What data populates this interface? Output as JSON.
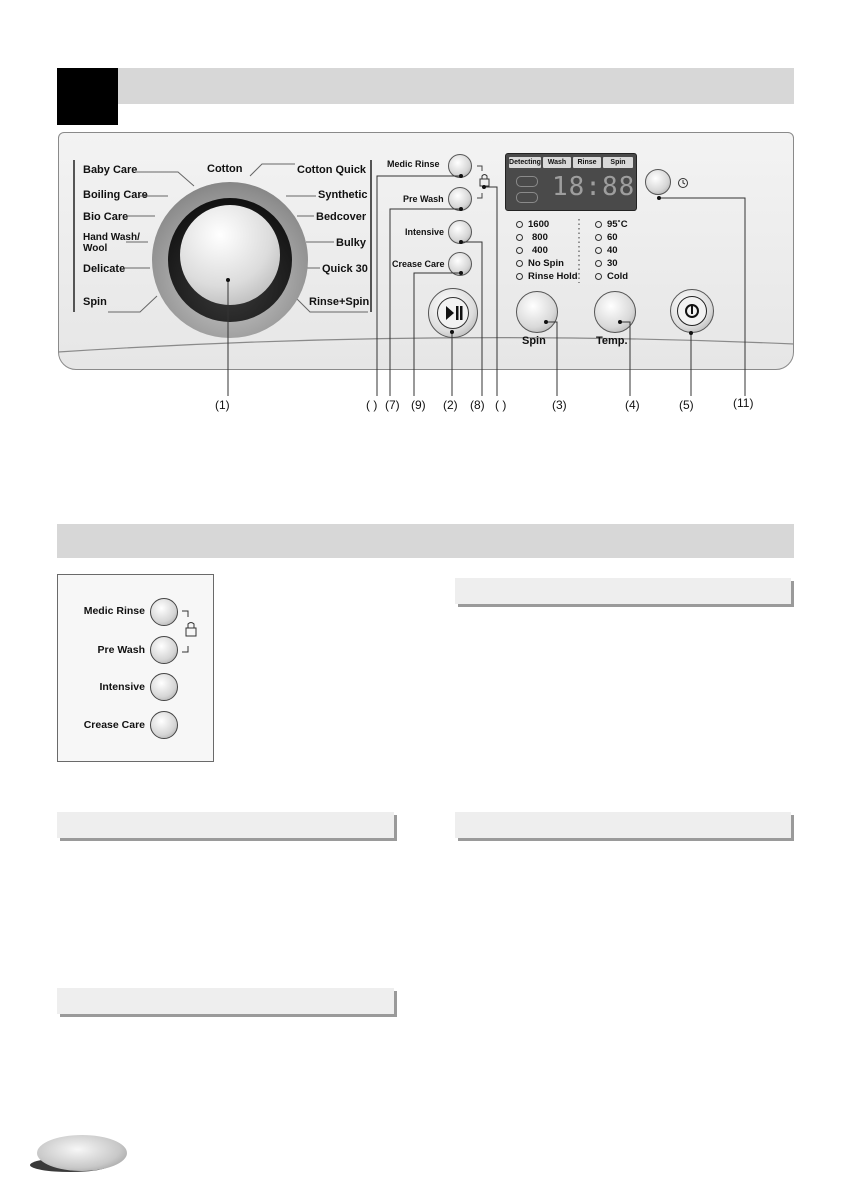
{
  "programs_left": [
    "Baby Care",
    "Boiling Care",
    "Bio Care",
    "Hand Wash/",
    "Wool",
    "Delicate",
    "Spin"
  ],
  "program_top": "Cotton",
  "programs_right": [
    "Cotton Quick",
    "Synthetic",
    "Bedcover",
    "Bulky",
    "Quick 30",
    "Rinse+Spin"
  ],
  "option_buttons": [
    "Medic Rinse",
    "Pre Wash",
    "Intensive",
    "Crease Care"
  ],
  "display": {
    "tabs": [
      "Detecting",
      "Wash",
      "Rinse",
      "Spin"
    ],
    "digits": "18:88"
  },
  "spin_options": [
    "1600",
    "800",
    "400",
    "No Spin",
    "Rinse Hold"
  ],
  "temp_options": [
    "95˚C",
    "60",
    "40",
    "30",
    "Cold"
  ],
  "spin_label": "Spin",
  "temp_label": "Temp.",
  "callouts": {
    "c1": "(1)",
    "c_empty_a": "( )",
    "c7": "(7)",
    "c9": "(9)",
    "c2": "(2)",
    "c8": "(8)",
    "c_empty_b": "( )",
    "c3": "(3)",
    "c4": "(4)",
    "c5": "(5)",
    "c11": "(11)"
  },
  "inset_buttons": [
    "Medic Rinse",
    "Pre Wash",
    "Intensive",
    "Crease Care"
  ]
}
